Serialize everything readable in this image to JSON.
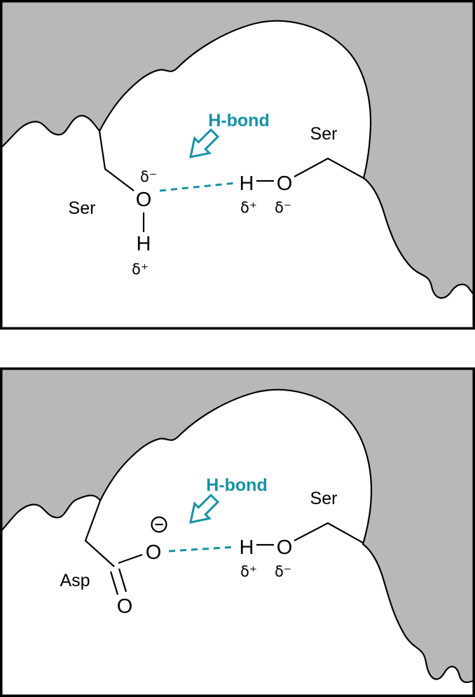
{
  "colors": {
    "protein_gray": "#b8b8b8",
    "accent_teal": "#1492a6",
    "outline_black": "#000000"
  },
  "upper_panel": {
    "hbond_label": "H-bond",
    "left_residue": "Ser",
    "right_residue": "Ser",
    "left_hydroxyl": {
      "o": "O",
      "h": "H",
      "delta_minus": "δ⁻",
      "delta_plus": "δ⁺"
    },
    "right_hydroxyl": {
      "h": "H",
      "o": "O",
      "delta_plus": "δ⁺",
      "delta_minus": "δ⁻"
    }
  },
  "lower_panel": {
    "hbond_label": "H-bond",
    "left_residue": "Asp",
    "right_residue": "Ser",
    "carboxylate": {
      "o_single": "O",
      "o_double": "O"
    },
    "right_hydroxyl": {
      "h": "H",
      "o": "O",
      "delta_plus": "δ⁺",
      "delta_minus": "δ⁻"
    }
  }
}
